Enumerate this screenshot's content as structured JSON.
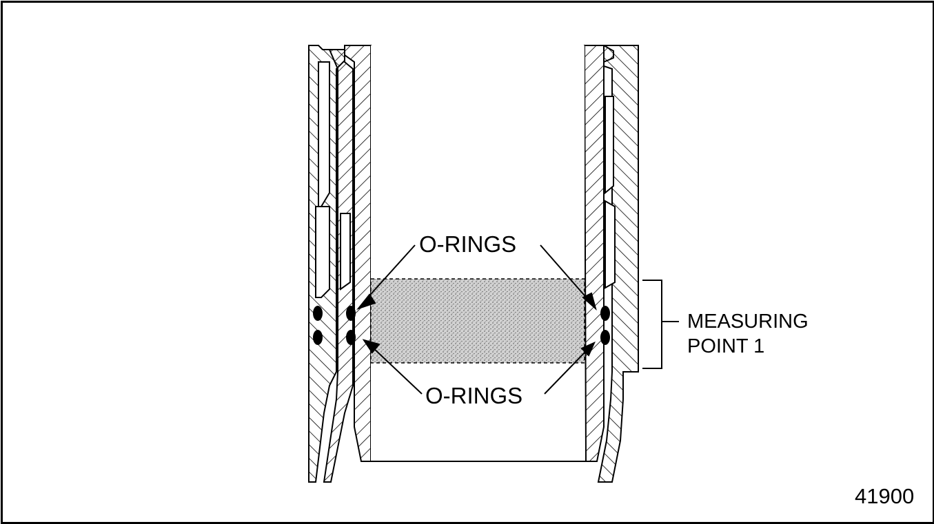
{
  "labels": {
    "orings_upper": "O-RINGS",
    "orings_lower": "O-RINGS",
    "measuring_line1": "MEASURING",
    "measuring_line2": "POINT 1",
    "figure_number": "41900"
  }
}
